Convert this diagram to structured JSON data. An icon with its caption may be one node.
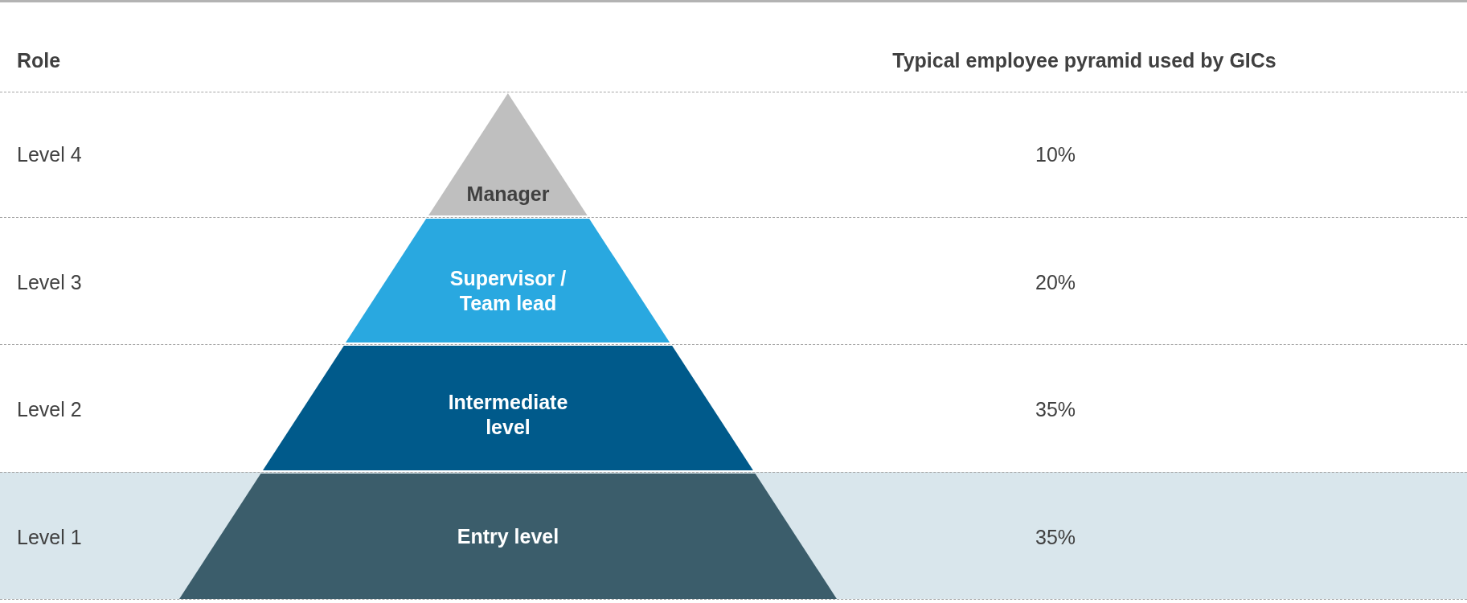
{
  "diagram": {
    "nodes": [
      {
        "text": [
          "Manager"
        ]
      },
      {
        "text": [
          "Supervisor / Team lead"
        ]
      },
      {
        "text": [
          "Intermediate level"
        ]
      },
      {
        "text": [
          "Entry level"
        ]
      }
    ],
    "labels": [
      "Role",
      "Typical employee pyramid used by GICs",
      "Level 4",
      "10%",
      "Level 3",
      "20%",
      "Level 2",
      "35%",
      "Level 1",
      "35%"
    ]
  }
}
